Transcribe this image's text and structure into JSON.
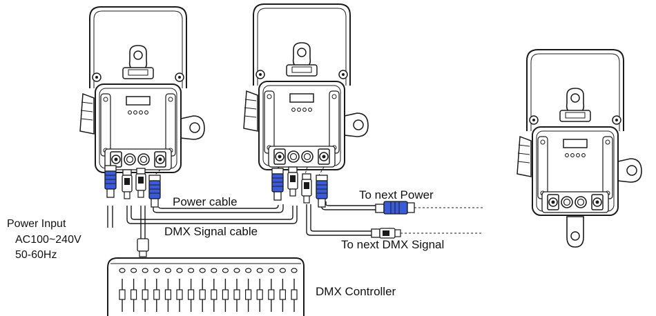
{
  "labels": {
    "power_cable": "Power cable",
    "dmx_signal_cable": "DMX Signal cable",
    "to_next_power": "To next Power",
    "to_next_dmx": "To next DMX Signal",
    "power_input_line1": "Power Input",
    "power_input_line2": "AC100~240V",
    "power_input_line3": "50-60Hz",
    "dmx_controller": "DMX Controller"
  },
  "colors": {
    "line": "#1a1a1a",
    "connector_blue": "#3a5bd9",
    "background": "#ffffff"
  },
  "fixtures": [
    {
      "name": "fixture-1",
      "cabled": true
    },
    {
      "name": "fixture-2",
      "cabled": true
    },
    {
      "name": "fixture-3",
      "cabled": false
    }
  ],
  "controller": {
    "fader_count": 16
  }
}
